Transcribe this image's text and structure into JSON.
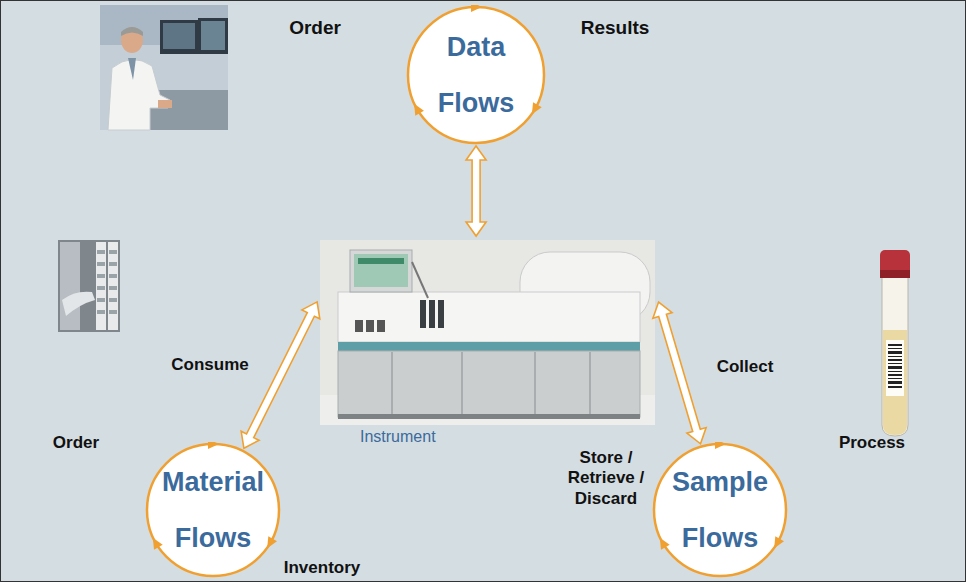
{
  "diagram": {
    "nodes": [
      {
        "text": [
          "Data Flows"
        ]
      },
      {
        "text": [
          "Instrument"
        ]
      },
      {
        "text": [
          "Material Flows"
        ]
      },
      {
        "text": [
          "Sample Flows"
        ]
      }
    ],
    "edges": [
      {
        "from": 0,
        "to": 1,
        "arrow": "both"
      },
      {
        "from": 2,
        "to": 1,
        "arrow": "both"
      },
      {
        "from": 3,
        "to": 1,
        "arrow": "both"
      }
    ],
    "labels": [
      "Order",
      "Results",
      "Consume",
      "Order",
      "Inventory",
      "Collect",
      "Process",
      "Store / Retrieve / Discard"
    ]
  }
}
